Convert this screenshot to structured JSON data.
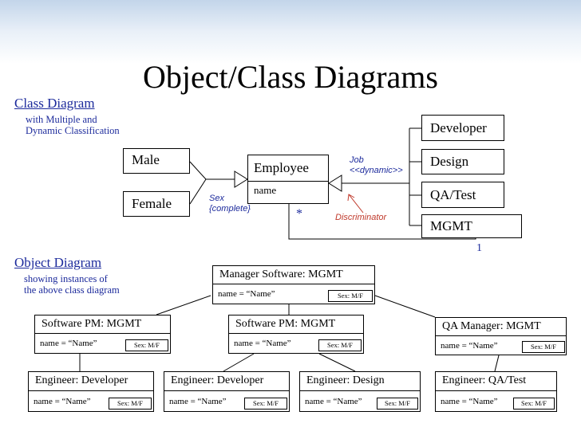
{
  "title": "Object/Class Diagrams",
  "class_section": {
    "heading": "Class Diagram",
    "subtitle": [
      "with Multiple and",
      "Dynamic Classification"
    ]
  },
  "object_section": {
    "heading": "Object Diagram",
    "subtitle": [
      "showing instances of",
      "the above class diagram"
    ]
  },
  "classes": {
    "male": "Male",
    "female": "Female",
    "employee": {
      "name": "Employee",
      "attribute": "name"
    },
    "developer": "Developer",
    "design": "Design",
    "qa_test": "QA/Test",
    "mgmt": "MGMT"
  },
  "annotations": {
    "sex_discriminator": "Sex",
    "sex_constraint": "{complete}",
    "job_discriminator": "Job",
    "job_stereotype": "<<dynamic>>",
    "discriminator_label": "Discriminator",
    "many": "*",
    "one": "1"
  },
  "objects": {
    "manager": {
      "name": "Manager Software: MGMT",
      "attr": "name = “Name”",
      "sex": "Sex: M/F"
    },
    "pm_left": {
      "name": "Software PM: MGMT",
      "attr": "name = “Name”",
      "sex": "Sex: M/F"
    },
    "pm_mid": {
      "name": "Software PM: MGMT",
      "attr": "name = “Name”",
      "sex": "Sex: M/F"
    },
    "qa_manager": {
      "name": "QA Manager: MGMT",
      "attr": "name = “Name”",
      "sex": "Sex: M/F"
    },
    "eng_dev1": {
      "name": "Engineer: Developer",
      "attr": "name = “Name”",
      "sex": "Sex: M/F"
    },
    "eng_dev2": {
      "name": "Engineer: Developer",
      "attr": "name = “Name”",
      "sex": "Sex: M/F"
    },
    "eng_design": {
      "name": "Engineer: Design",
      "attr": "name = “Name”",
      "sex": "Sex: M/F"
    },
    "eng_qa": {
      "name": "Engineer: QA/Test",
      "attr": "name = “Name”",
      "sex": "Sex: M/F"
    }
  }
}
